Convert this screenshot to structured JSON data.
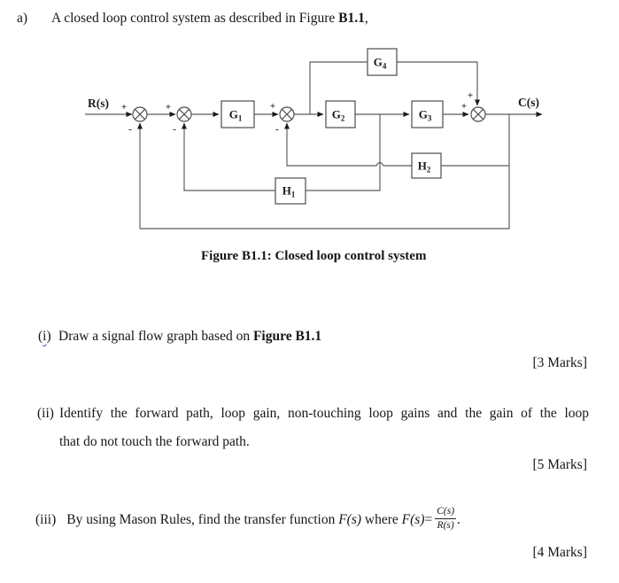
{
  "header": {
    "item": "a)",
    "text": "A closed loop control system as described in Figure ",
    "bold_ref": "B1.1",
    "tail": ","
  },
  "figure": {
    "caption": "Figure B1.1: Closed loop control system",
    "input_label": "R(s)",
    "output_label": "C(s)",
    "blocks": {
      "g1": {
        "base": "G",
        "sub": "1"
      },
      "g2": {
        "base": "G",
        "sub": "2"
      },
      "g3": {
        "base": "G",
        "sub": "3"
      },
      "g4": {
        "base": "G",
        "sub": "4"
      },
      "h1": {
        "base": "H",
        "sub": "1"
      },
      "h2": {
        "base": "H",
        "sub": "2"
      }
    },
    "signs": {
      "sum1_plus": "+",
      "sum1_minus": "-",
      "sum2_plus": "+",
      "sum2_minus": "-",
      "sum3_plus": "+",
      "sum3_minus": "-",
      "sum4_plus_left": "+",
      "sum4_plus_top": "+"
    }
  },
  "questions": {
    "q1": {
      "open": "(",
      "letter": "i",
      "close": ")",
      "text": "Draw a signal flow graph based on ",
      "bold": "Figure B1.1",
      "marks": "[3 Marks]"
    },
    "q2": {
      "num": "(ii)",
      "line1": "Identify the forward path, loop gain, non-touching loop gains and the gain of the loop",
      "line2": "that do not touch the forward path.",
      "marks": "[5 Marks]"
    },
    "q3": {
      "num": "(iii)",
      "text1": "By using Mason Rules, find the transfer function ",
      "f1": "F(s)",
      "text2": " where ",
      "f2": "F(s)",
      "eq": "=",
      "frac_num": "C(s)",
      "frac_den": "R(s)",
      "period": ".",
      "marks": "[4 Marks]"
    }
  }
}
